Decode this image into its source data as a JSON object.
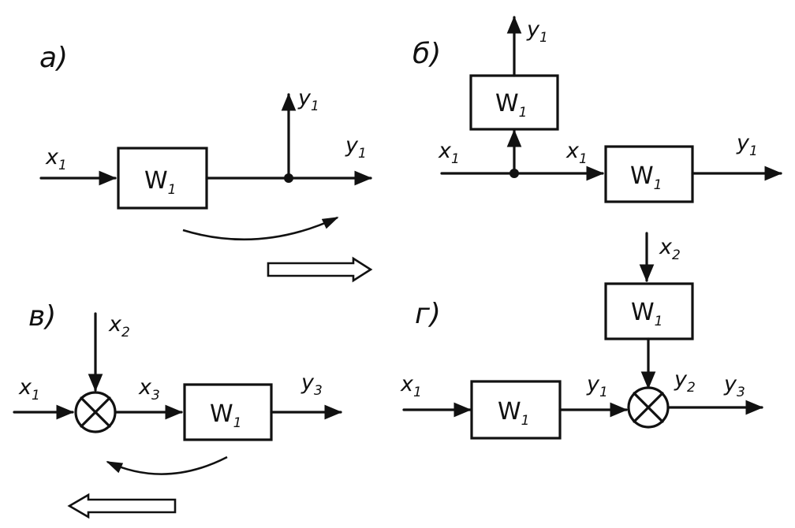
{
  "panels": {
    "a": {
      "label": "а)",
      "block": "W",
      "block_sub": "1",
      "input": {
        "v": "x",
        "s": "1"
      },
      "branch_up": {
        "v": "y",
        "s": "1"
      },
      "output": {
        "v": "y",
        "s": "1"
      }
    },
    "b": {
      "label": "б)",
      "block_top": "W",
      "block_top_sub": "1",
      "block_main": "W",
      "block_main_sub": "1",
      "input": {
        "v": "x",
        "s": "1"
      },
      "mid": {
        "v": "x",
        "s": "1"
      },
      "top_out": {
        "v": "y",
        "s": "1"
      },
      "output": {
        "v": "y",
        "s": "1"
      }
    },
    "v": {
      "label": "в)",
      "block": "W",
      "block_sub": "1",
      "input": {
        "v": "x",
        "s": "1"
      },
      "side": {
        "v": "x",
        "s": "2"
      },
      "mid": {
        "v": "x",
        "s": "3"
      },
      "output": {
        "v": "y",
        "s": "3"
      }
    },
    "g": {
      "label": "г)",
      "block_top": "W",
      "block_top_sub": "1",
      "block_main": "W",
      "block_main_sub": "1",
      "input": {
        "v": "x",
        "s": "1"
      },
      "side": {
        "v": "x",
        "s": "2"
      },
      "mid": {
        "v": "y",
        "s": "1"
      },
      "sum_out": {
        "v": "y",
        "s": "2"
      },
      "output": {
        "v": "y",
        "s": "3"
      }
    }
  }
}
